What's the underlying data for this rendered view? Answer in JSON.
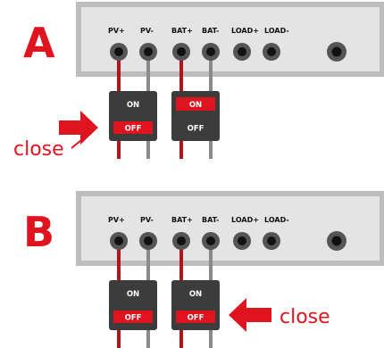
{
  "sections": [
    {
      "letter": "A",
      "terminals": [
        "PV+",
        "PV-",
        "BAT+",
        "BAT-",
        "LOAD+",
        "LOAD-"
      ],
      "switches": [
        {
          "on_label": "ON",
          "off_label": "OFF",
          "state": "off"
        },
        {
          "on_label": "ON",
          "off_label": "OFF",
          "state": "on"
        }
      ],
      "callout": "close"
    },
    {
      "letter": "B",
      "terminals": [
        "PV+",
        "PV-",
        "BAT+",
        "BAT-",
        "LOAD+",
        "LOAD-"
      ],
      "switches": [
        {
          "on_label": "ON",
          "off_label": "OFF",
          "state": "off"
        },
        {
          "on_label": "ON",
          "off_label": "OFF",
          "state": "off"
        }
      ],
      "callout": "close"
    }
  ],
  "colors": {
    "accent": "#e0141e",
    "panel_fill": "#e4e4e4",
    "panel_border": "#bdbdbd",
    "switch_body": "#3c3c3c",
    "wire_red": "#b5141a",
    "wire_gray": "#8a8a8a"
  }
}
